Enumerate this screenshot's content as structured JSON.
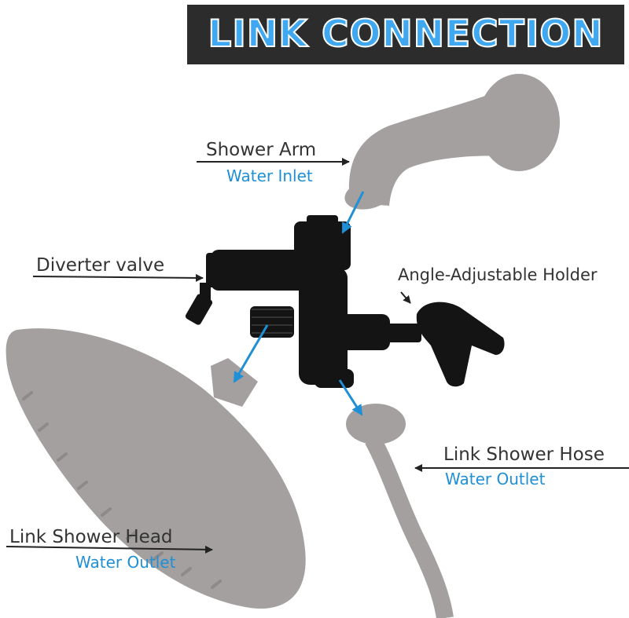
{
  "banner": {
    "title": "LINK CONNECTION"
  },
  "labels": {
    "shower_arm": "Shower Arm",
    "shower_arm_sub": "Water Inlet",
    "diverter_valve": "Diverter valve",
    "holder": "Angle-Adjustable Holder",
    "shower_hose": "Link Shower Hose",
    "shower_hose_sub": "Water Outlet",
    "shower_head": "Link Shower Head",
    "shower_head_sub": "Water Outlet"
  },
  "colors": {
    "banner_bg": "#2c2c2c",
    "banner_text": "#40a8f0",
    "part_gray": "#a4a0a0",
    "valve_black": "#141414",
    "flow_arrow": "#1f8fd6",
    "label_text": "#333333",
    "sub_label_text": "#1f8fd6"
  }
}
